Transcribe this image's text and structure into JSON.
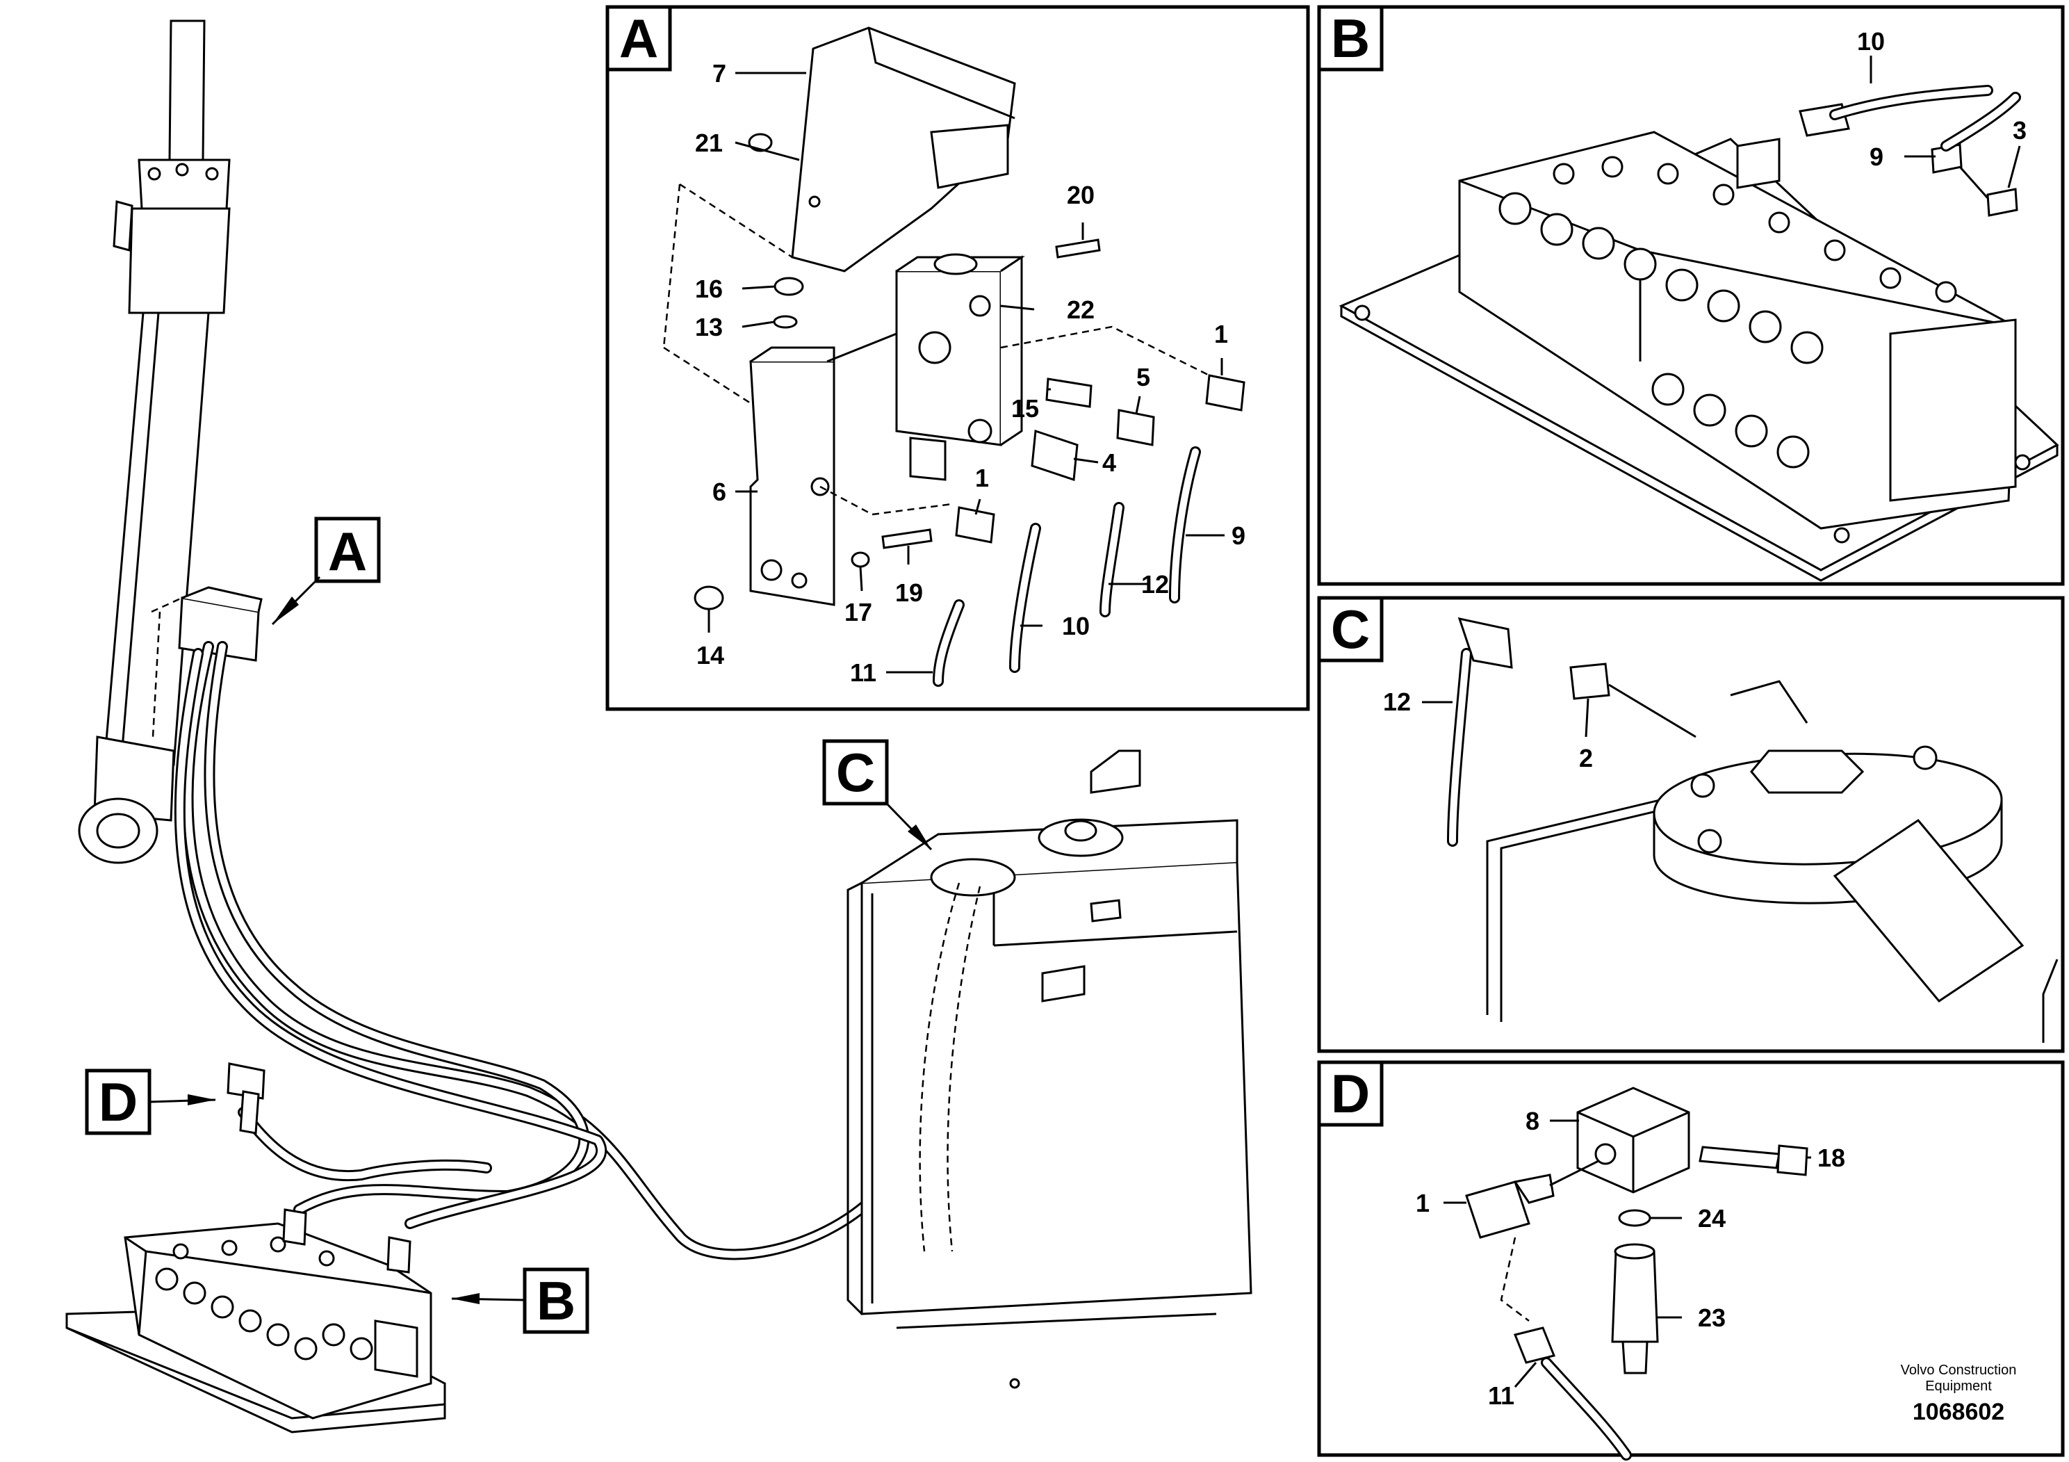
{
  "views": {
    "A": {
      "tag": "A",
      "labels": [
        "7",
        "21",
        "20",
        "16",
        "22",
        "13",
        "1",
        "5",
        "15",
        "4",
        "6",
        "1",
        "9",
        "19",
        "12",
        "17",
        "10",
        "14",
        "11"
      ]
    },
    "B": {
      "tag": "B",
      "labels": [
        "10",
        "3",
        "9"
      ]
    },
    "C": {
      "tag": "C",
      "labels": [
        "12",
        "2"
      ]
    },
    "D": {
      "tag": "D",
      "labels": [
        "8",
        "18",
        "1",
        "24",
        "23",
        "11"
      ]
    }
  },
  "overview_tags": {
    "A": "A",
    "B": "B",
    "C": "C",
    "D": "D"
  },
  "credit": {
    "line1": "Volvo Construction",
    "line2": "Equipment"
  },
  "doc_number": "1068602"
}
